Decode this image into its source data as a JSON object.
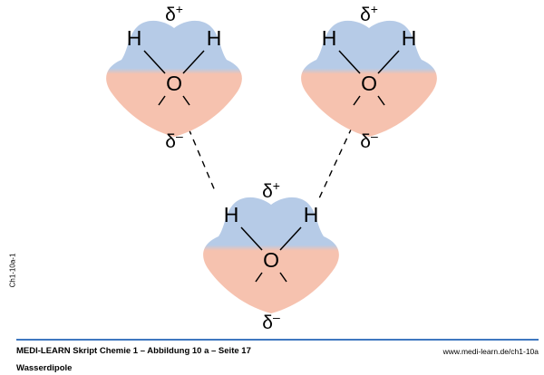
{
  "figure": {
    "molecules": [
      {
        "h_left": "H",
        "h_right": "H",
        "o": "O",
        "delta_plus": "δ+",
        "delta_minus": "δ–"
      },
      {
        "h_left": "H",
        "h_right": "H",
        "o": "O",
        "delta_plus": "δ+",
        "delta_minus": "δ–"
      },
      {
        "h_left": "H",
        "h_right": "H",
        "o": "O",
        "delta_plus": "δ+",
        "delta_minus": "δ–"
      }
    ]
  },
  "colors": {
    "positive_region": "#b6cbe7",
    "negative_region": "#f6c2af",
    "rule": "#3f78c0"
  },
  "side_code": "Ch1-10a-1",
  "footer": {
    "caption": "MEDI-LEARN Skript Chemie 1 – Abbildung 10 a – Seite 17",
    "subtitle": "Wasserdipole",
    "url": "www.medi-learn.de/ch1-10a"
  }
}
